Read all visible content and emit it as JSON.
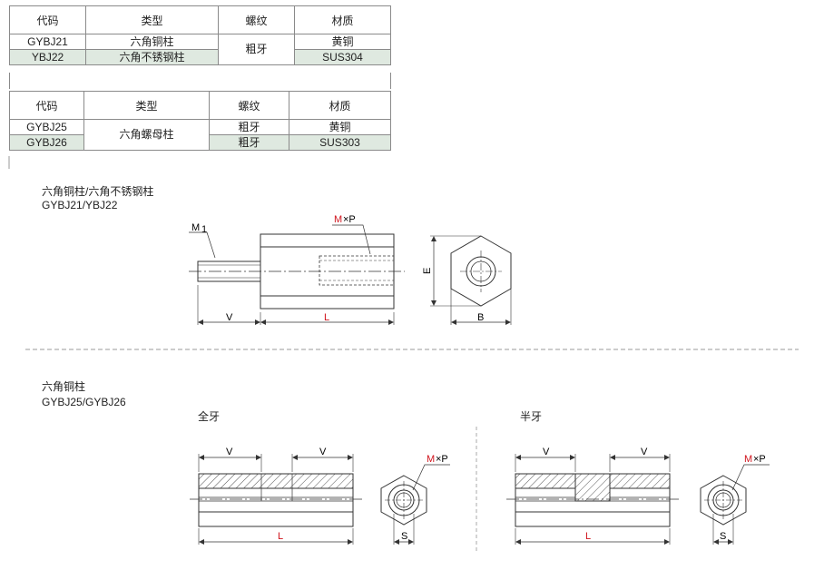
{
  "table1": {
    "headers": [
      "代码",
      "类型",
      "螺纹",
      "材质"
    ],
    "rows": [
      {
        "code": "GYBJ21",
        "type": "六角铜柱",
        "thread": "粗牙",
        "material": "黄铜"
      },
      {
        "code": "YBJ22",
        "type": "六角不锈钢柱",
        "thread": "粗牙",
        "material": "SUS304"
      }
    ]
  },
  "table2": {
    "headers": [
      "代码",
      "类型",
      "螺纹",
      "材质"
    ],
    "rows": [
      {
        "code": "GYBJ25",
        "type": "六角螺母柱",
        "thread": "粗牙",
        "material": "黄铜"
      },
      {
        "code": "GYBJ26",
        "type": "六角螺母柱",
        "thread": "粗牙",
        "material": "SUS303"
      }
    ]
  },
  "section1": {
    "title": "六角铜柱/六角不锈钢柱",
    "codes": "GYBJ21/YBJ22",
    "dims": {
      "m1": "M",
      "m1_sub": "1",
      "thread_m": "M",
      "thread_rest": "×P",
      "v": "V",
      "l": "L",
      "e": "E",
      "b": "B"
    }
  },
  "section2": {
    "title": "六角铜柱",
    "codes": "GYBJ25/GYBJ26",
    "full_thread_label": "全牙",
    "half_thread_label": "半牙",
    "dims": {
      "v": "V",
      "l": "L",
      "s": "S",
      "thread_m": "M",
      "thread_rest": "×P"
    }
  },
  "colors": {
    "accent_red": "#d0121b",
    "table_shade": "#dfe9e0",
    "line": "#333333"
  }
}
